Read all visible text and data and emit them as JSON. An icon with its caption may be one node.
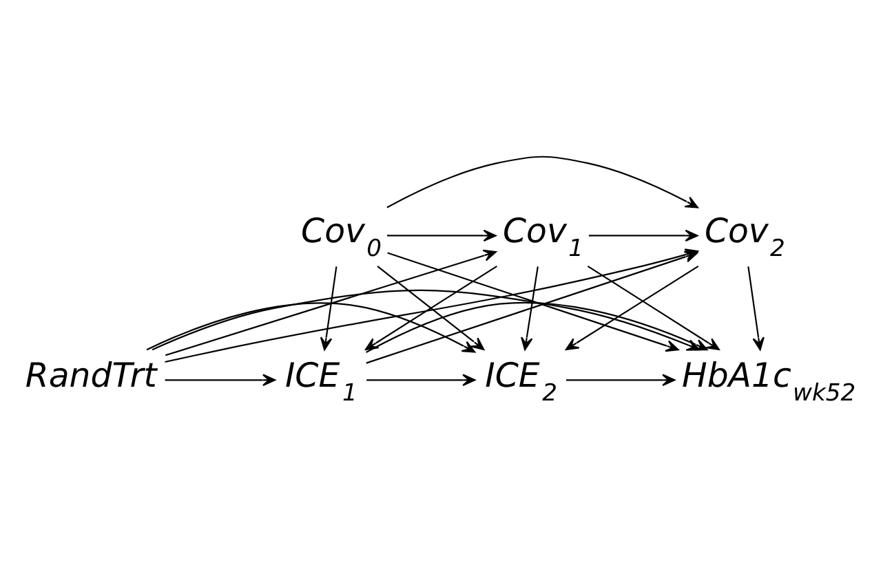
{
  "diagram": {
    "nodes": [
      {
        "text": [
          "Cov$_{0}$"
        ]
      },
      {
        "text": [
          "Cov$_{1}$"
        ]
      },
      {
        "text": [
          "Cov$_{2}$"
        ]
      },
      {
        "text": [
          "RandTrt"
        ]
      },
      {
        "text": [
          "ICE$_{1}$"
        ]
      },
      {
        "text": [
          "ICE$_{2}$"
        ]
      },
      {
        "text": [
          "HbA1c$_{wk52}$"
        ]
      }
    ],
    "edges": [
      {
        "from": 0,
        "to": 1,
        "arrow": "to"
      },
      {
        "from": 0,
        "to": 2,
        "arrow": "to"
      },
      {
        "from": 0,
        "to": 6,
        "arrow": "to"
      },
      {
        "from": 0,
        "to": 4,
        "arrow": "to"
      },
      {
        "from": 0,
        "to": 5,
        "arrow": "to"
      },
      {
        "from": 1,
        "to": 2,
        "arrow": "to"
      },
      {
        "from": 1,
        "to": 4,
        "arrow": "to"
      },
      {
        "from": 1,
        "to": 5,
        "arrow": "to"
      },
      {
        "from": 1,
        "to": 6,
        "arrow": "to"
      },
      {
        "from": 2,
        "to": 5,
        "arrow": "to"
      },
      {
        "from": 2,
        "to": 6,
        "arrow": "to"
      },
      {
        "from": 3,
        "to": 1,
        "arrow": "to"
      },
      {
        "from": 3,
        "to": 2,
        "arrow": "to"
      },
      {
        "from": 3,
        "to": 4,
        "arrow": "to"
      },
      {
        "from": 3,
        "to": 5,
        "arrow": "to"
      },
      {
        "from": 3,
        "to": 6,
        "arrow": "to"
      },
      {
        "from": 4,
        "to": 2,
        "arrow": "to"
      },
      {
        "from": 4,
        "to": 5,
        "arrow": "to"
      },
      {
        "from": 4,
        "to": 6,
        "arrow": "to"
      },
      {
        "from": 5,
        "to": 6,
        "arrow": "to"
      }
    ]
  }
}
